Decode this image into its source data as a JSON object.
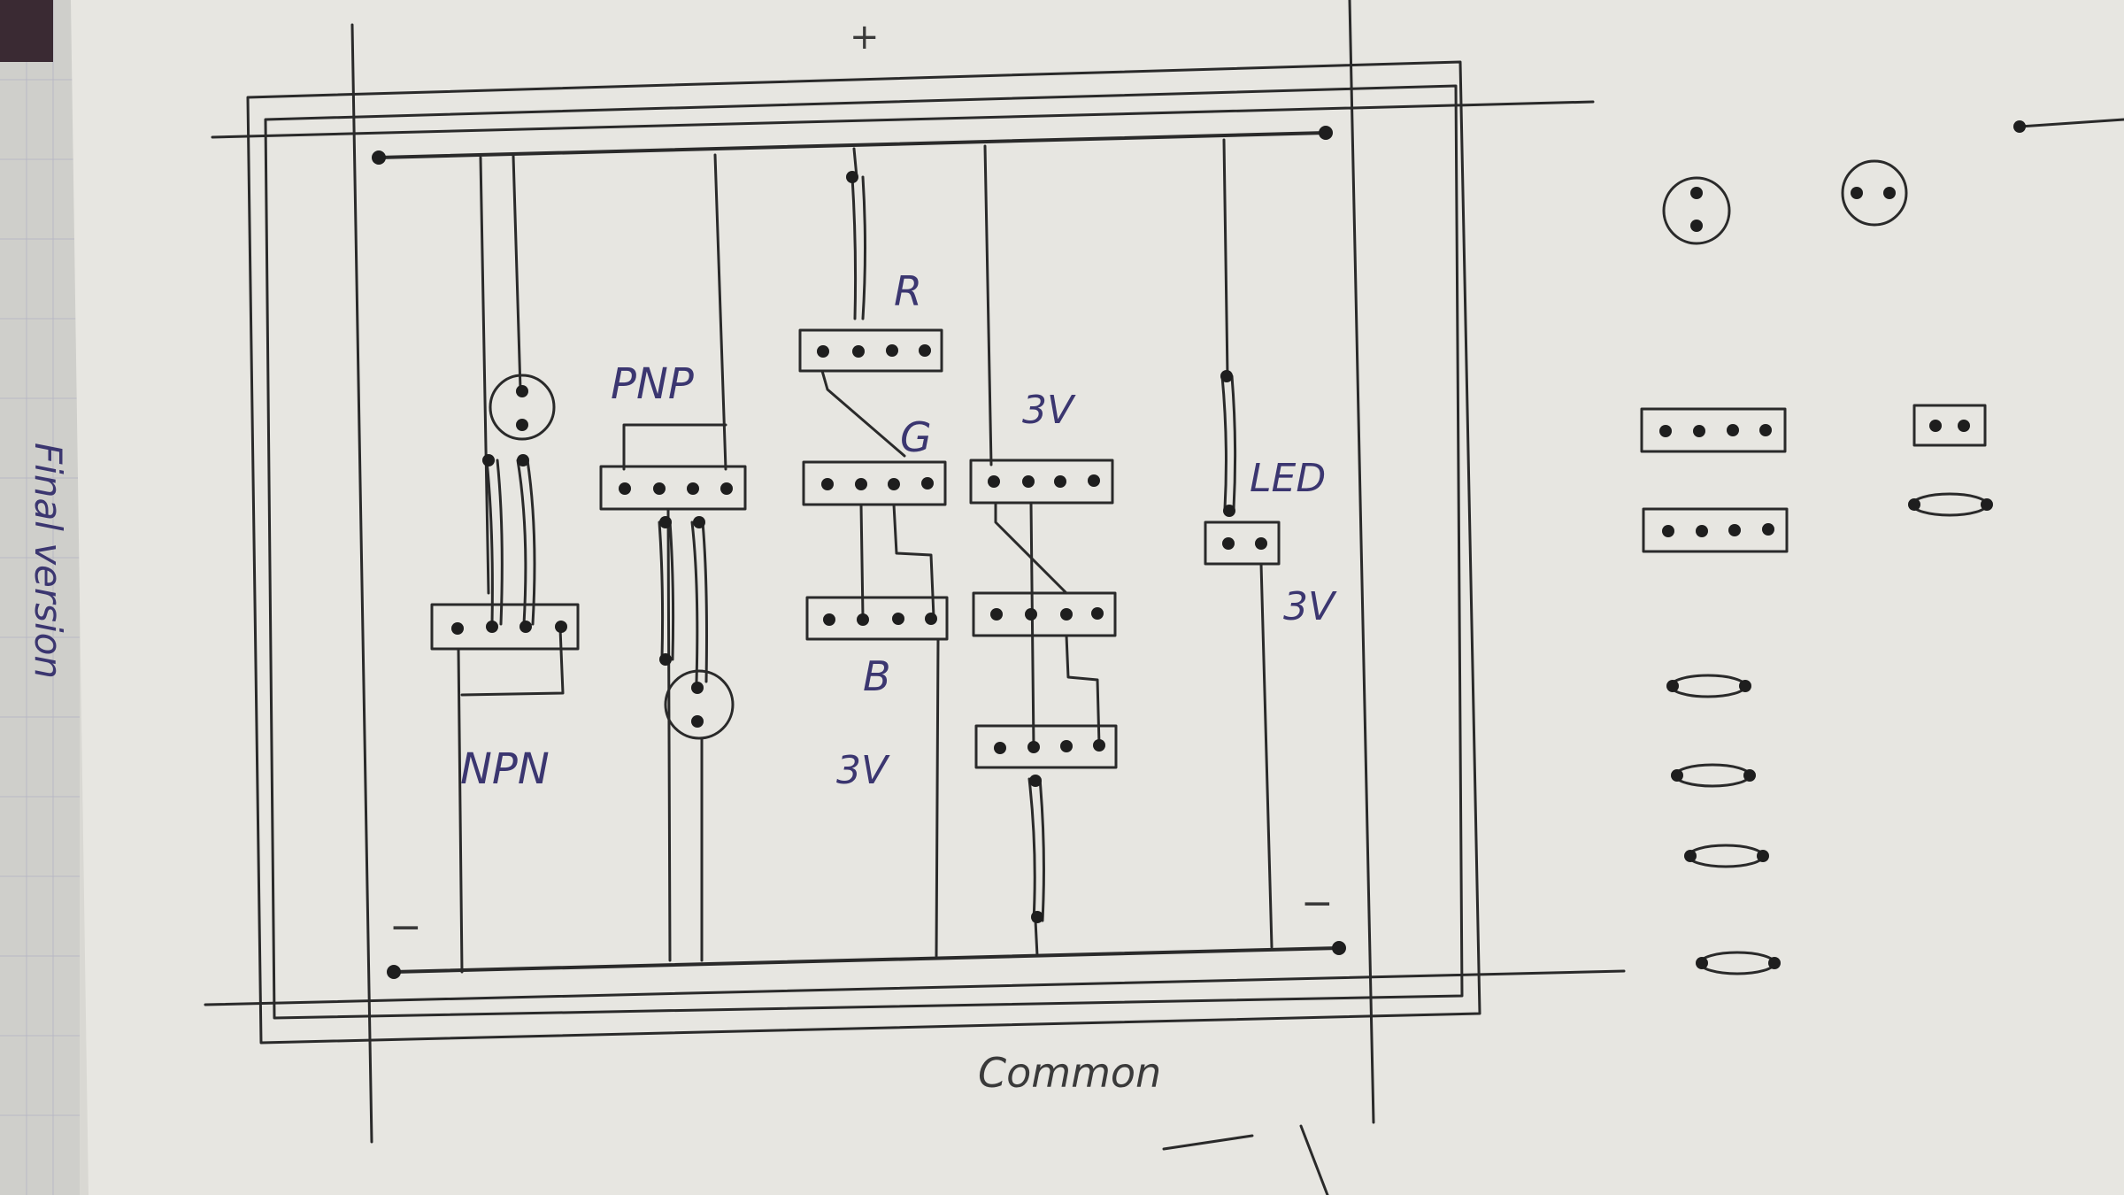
{
  "labels": {
    "plus": "+",
    "npn": "NPN",
    "pnp": "PNP",
    "r": "R",
    "g": "G",
    "b": "B",
    "v3_left": "3V",
    "v3_mid": "3V",
    "v3_right": "3V",
    "led": "LED",
    "minus_left": "−",
    "minus_right": "−",
    "common": "Common",
    "side_note": "Final version"
  },
  "colors": {
    "paper": "#ecebe6",
    "ink": "#2a2a2a",
    "pen": "#3b3670"
  }
}
